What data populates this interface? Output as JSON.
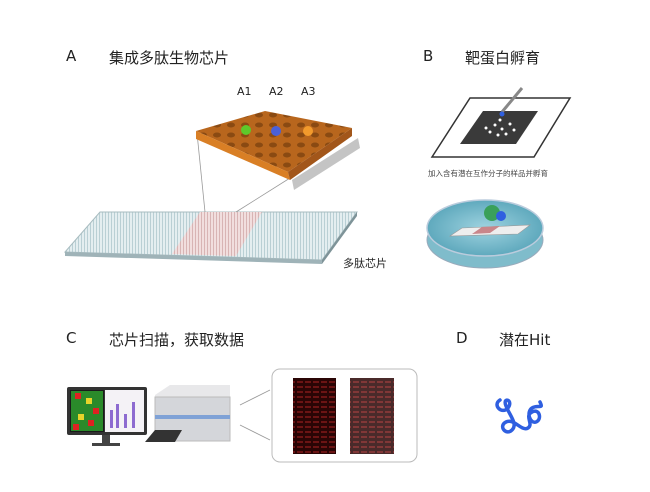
{
  "panels": {
    "a": {
      "letter": "A",
      "title": "集成多肽生物芯片",
      "spots": [
        "A1",
        "A2",
        "A3"
      ],
      "chip_label": "多肽芯片"
    },
    "b": {
      "letter": "B",
      "title": "靶蛋白孵育",
      "caption": "加入含有潜在互作分子的样品并孵育"
    },
    "c": {
      "letter": "C",
      "title": "芯片扫描，获取数据"
    },
    "d": {
      "letter": "D",
      "title": "潜在Hit"
    }
  },
  "colors": {
    "slab": "#c8701e",
    "hit": "#2f5fe0",
    "scan": "#5a0b0b"
  }
}
